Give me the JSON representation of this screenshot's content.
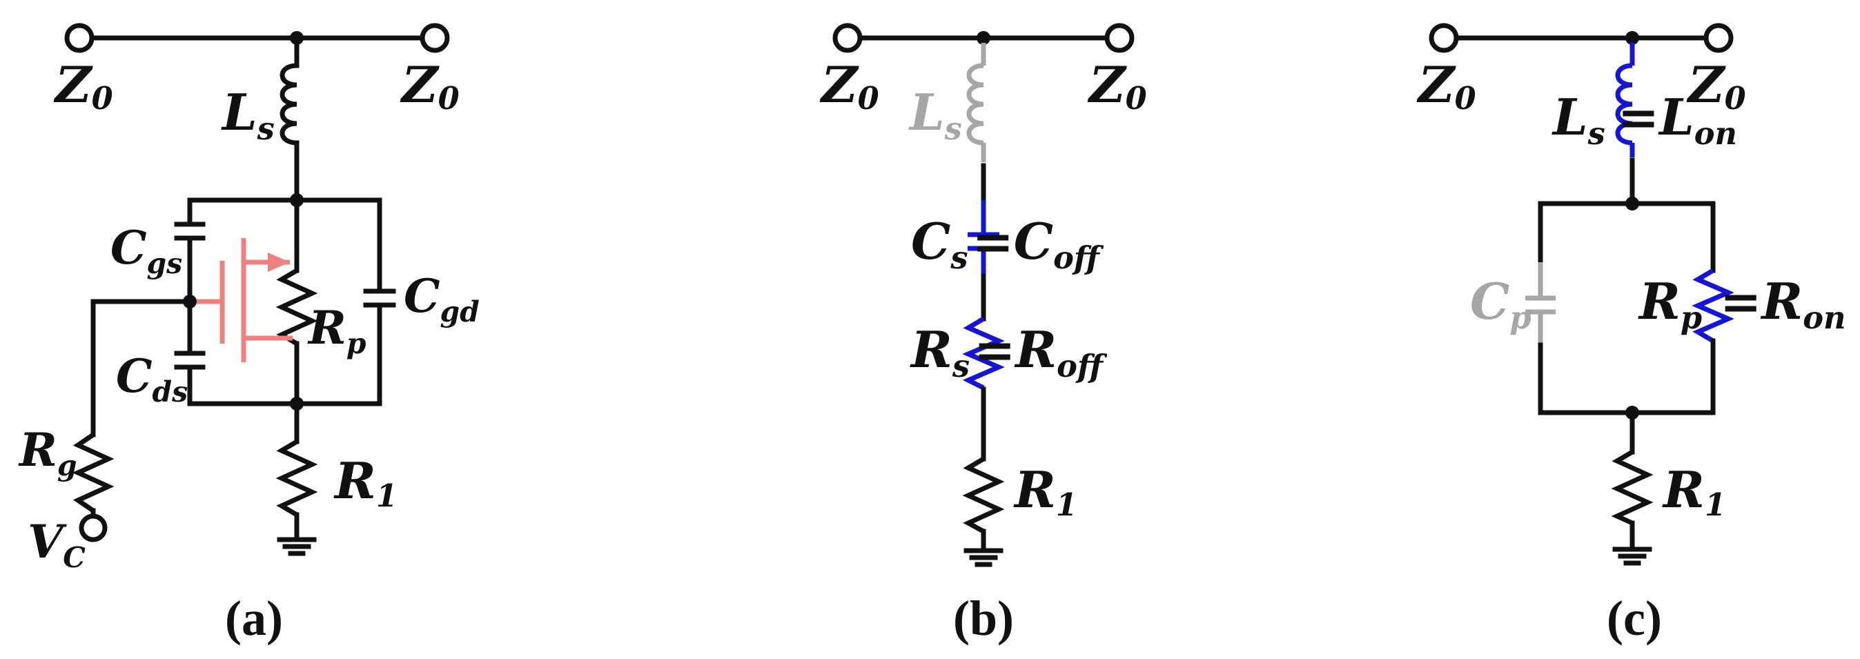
{
  "colors": {
    "wire": "#111111",
    "active": "#1515d6",
    "inactive": "#a6a6a6",
    "transistor": "#f08080"
  },
  "diagram": {
    "a": {
      "caption": "(a)",
      "z_left": {
        "main": "Z",
        "sub": "0"
      },
      "z_right": {
        "main": "Z",
        "sub": "0"
      },
      "ls": {
        "main": "L",
        "sub": "s"
      },
      "cgs": {
        "main": "C",
        "sub": "gs"
      },
      "cds": {
        "main": "C",
        "sub": "ds"
      },
      "cgd": {
        "main": "C",
        "sub": "gd"
      },
      "rp": {
        "main": "R",
        "sub": "p"
      },
      "rg": {
        "main": "R",
        "sub": "g"
      },
      "vc": {
        "main": "V",
        "sub": "C"
      },
      "r1": {
        "main": "R",
        "sub": "1"
      }
    },
    "b": {
      "caption": "(b)",
      "z_left": {
        "main": "Z",
        "sub": "0"
      },
      "z_right": {
        "main": "Z",
        "sub": "0"
      },
      "ls": {
        "main": "L",
        "sub": "s"
      },
      "cs": {
        "main": "C",
        "sub": "s",
        "eq": "=C",
        "eq_sub": "off"
      },
      "rs": {
        "main": "R",
        "sub": "s",
        "eq": "=R",
        "eq_sub": "off"
      },
      "r1": {
        "main": "R",
        "sub": "1"
      }
    },
    "c": {
      "caption": "(c)",
      "z_left": {
        "main": "Z",
        "sub": "0"
      },
      "z_right": {
        "main": "Z",
        "sub": "0"
      },
      "ls": {
        "main": "L",
        "sub": "s",
        "eq": "=L",
        "eq_sub": "on"
      },
      "cp": {
        "main": "C",
        "sub": "p"
      },
      "rp": {
        "main": "R",
        "sub": "p",
        "eq": "=R",
        "eq_sub": "on"
      },
      "r1": {
        "main": "R",
        "sub": "1"
      }
    }
  }
}
